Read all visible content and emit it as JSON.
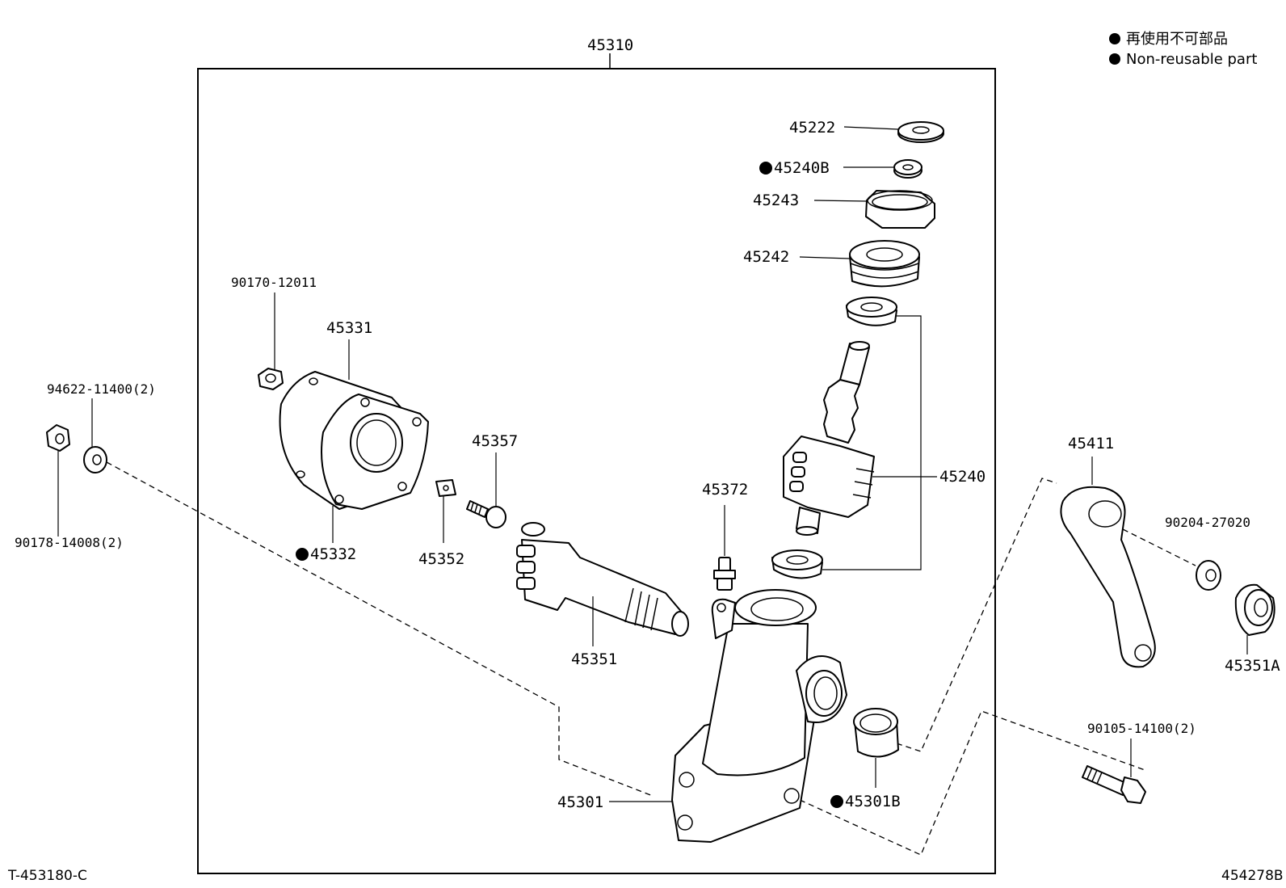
{
  "legend": {
    "line1": "再使用不可部品",
    "line2": "Non-reusable part"
  },
  "corner": {
    "left": "T-453180-C",
    "right": "454278B"
  },
  "assembly": "45310",
  "labels": {
    "p45222": "45222",
    "p45240B": "45240B",
    "p45243": "45243",
    "p45242": "45242",
    "p45240": "45240",
    "p90170": "90170-12011",
    "p45331": "45331",
    "p94622": "94622-11400(2)",
    "p90178": "90178-14008(2)",
    "p45332": "45332",
    "p45357": "45357",
    "p45352": "45352",
    "p45372": "45372",
    "p45351": "45351",
    "p45301": "45301",
    "p45301B": "45301B",
    "p45411": "45411",
    "p90204": "90204-27020",
    "p45351A": "45351A",
    "p90105": "90105-14100(2)"
  }
}
